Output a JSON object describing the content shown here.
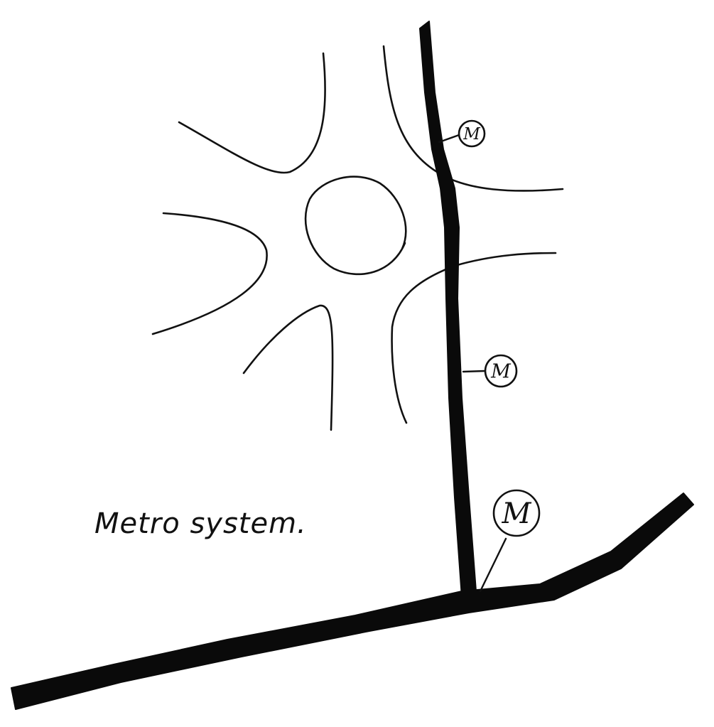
{
  "map": {
    "caption": "Metro system.",
    "stations": [
      {
        "label": "M"
      },
      {
        "label": "M"
      },
      {
        "label": "M"
      }
    ],
    "icons": {
      "station": "metro-station-icon"
    },
    "colors": {
      "ink": "#111111",
      "paper": "#ffffff"
    }
  }
}
